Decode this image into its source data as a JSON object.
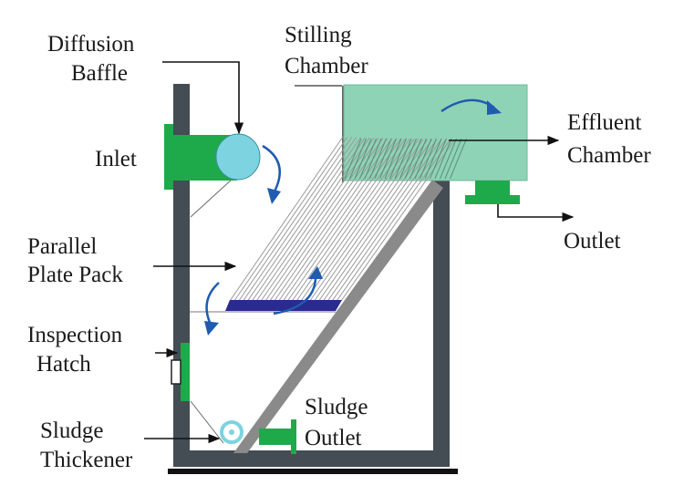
{
  "labels": {
    "diffusion_1": "Diffusion",
    "diffusion_2": "Baffle",
    "stilling_1": "Stilling",
    "stilling_2": "Chamber",
    "effluent_1": "Effluent",
    "effluent_2": "Chamber",
    "inlet": "Inlet",
    "outlet": "Outlet",
    "plate_1": "Parallel",
    "plate_2": "Plate Pack",
    "inspection_1": "Inspection",
    "inspection_2": "Hatch",
    "sludge_out_1": "Sludge",
    "sludge_out_2": "Outlet",
    "thickener_1": "Sludge",
    "thickener_2": "Thickener"
  },
  "colors": {
    "tank_wall": "#444c54",
    "inlet_green": "#1eaa4a",
    "baffle_cyan": "#7dd3e0",
    "effluent_fill": "#8fd3b6",
    "flow_arrow": "#1f5bb0",
    "plate_pack_lines": "#9a9a9a",
    "base_plate": "#2a2a90",
    "sloped_wall": "#8a8a8a"
  }
}
